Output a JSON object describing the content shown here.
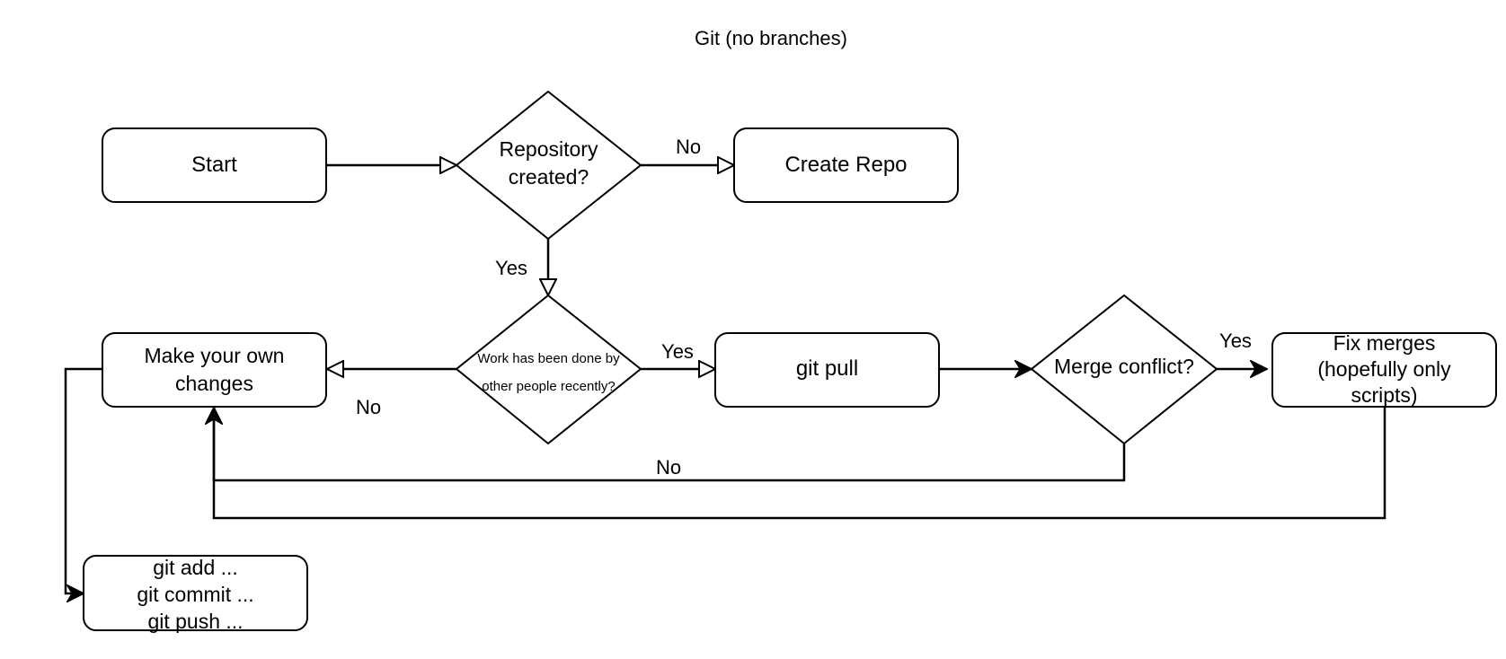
{
  "title": "Git (no branches)",
  "colors": {
    "stroke": "#000000",
    "fill": "#ffffff",
    "text": "#000000"
  },
  "nodes": {
    "start": {
      "label": "Start"
    },
    "repo_created": {
      "label_line1": "Repository",
      "label_line2": "created?"
    },
    "create_repo": {
      "label": "Create Repo"
    },
    "work_done": {
      "label_line1": "Work has been done by",
      "label_line2": "other people recently?"
    },
    "make_changes": {
      "label_line1": "Make your own",
      "label_line2": "changes"
    },
    "git_pull": {
      "label": "git pull"
    },
    "merge_conflict": {
      "label": "Merge conflict?"
    },
    "fix_merges": {
      "label_line1": "Fix merges",
      "label_line2": "(hopefully only",
      "label_line3": "scripts)"
    },
    "git_commands": {
      "line1": "git add ...",
      "line2": "git commit ...",
      "line3": "git push ..."
    }
  },
  "edge_labels": {
    "repo_no": "No",
    "repo_yes": "Yes",
    "work_yes": "Yes",
    "work_no": "No",
    "merge_yes": "Yes",
    "merge_no": "No"
  }
}
